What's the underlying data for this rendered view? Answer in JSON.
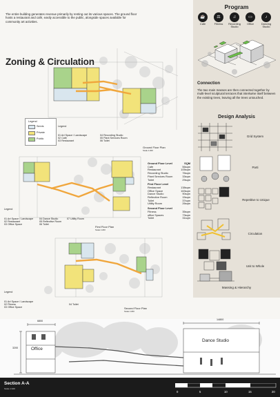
{
  "title": "Zoning & Circulation",
  "intro": "The entire building generates revenue primarily by renting out its various spaces. The ground floor hosts a restaurant and café, easily accessible to the public, alongside spaces available for community art activities.",
  "program": {
    "title": "Program",
    "items": [
      {
        "label": "Cafe",
        "icon": "cup-icon"
      },
      {
        "label": "Fitness",
        "icon": "dumbbell-icon"
      },
      {
        "label": "Recording Studio",
        "icon": "microphone-icon"
      },
      {
        "label": "Office",
        "icon": "laptop-icon"
      },
      {
        "label": "Dancing Studio",
        "icon": "dancer-icon"
      }
    ]
  },
  "connection": {
    "title": "Connection",
    "text": "The two main masses are then connected together by multi-level sculptural terraces that intertwine itself between the existing trees, leaving all the trees untouched."
  },
  "design_analysis": {
    "title": "Design Analysis",
    "items": [
      "Grid System",
      "Parti",
      "Repetitive to Unique",
      "Circulation",
      "Unit to Whole"
    ],
    "massing": "Massing & Hierarchy"
  },
  "legend": {
    "title": "Legend",
    "items": [
      {
        "label": "Servis",
        "color": "#d9e6ee"
      },
      {
        "label": "Private",
        "color": "#f2e37a"
      },
      {
        "label": "Public",
        "color": "#a9d38b"
      }
    ]
  },
  "ground": {
    "caption": "Ground Floor Plan",
    "scale": "Scale 1:200",
    "legend_title": "Legend",
    "labels_left": [
      "01 Art Space / Landscape",
      "02 Cafe",
      "03 Restaurant"
    ],
    "labels_right": [
      "04 Recording Studio",
      "05 Plant Services Room",
      "06 Toilet"
    ]
  },
  "first": {
    "caption": "First Floor Plan",
    "scale": "Scale 1:200",
    "legend_title": "Legend",
    "labels_a": [
      "01 Art Space / Landscape",
      "02 Restaurant",
      "03 Office Space"
    ],
    "labels_b": [
      "04 Dance Studio",
      "05 Reflective Room",
      "06 Toilet"
    ],
    "labels_c": [
      "07 Utility Room"
    ]
  },
  "second": {
    "caption": "Second Floor Plan",
    "scale": "Scale 1:200",
    "legend_title": "Legend",
    "labels_a": [
      "01 Art Space / Landscape",
      "02 Fitness",
      "03 Office Space"
    ],
    "labels_b": [
      "04 Toilet"
    ]
  },
  "areas": {
    "header": "SQM",
    "groups": [
      {
        "name": "Ground Floor Level",
        "rows": [
          [
            "Cafe",
            "56sqm"
          ],
          [
            "Restaurant",
            "105sqm"
          ],
          [
            "Recording Studio",
            "76sqm"
          ],
          [
            "Plant Services Room",
            "33sqm"
          ],
          [
            "Toilet",
            "29sqm"
          ]
        ]
      },
      {
        "name": "First Floor Level",
        "rows": [
          [
            "Restaurant",
            "138sqm"
          ],
          [
            "Office Space",
            "163sqm"
          ],
          [
            "Dance Studio",
            "90sqm"
          ],
          [
            "Reflective Room",
            "15sqm"
          ],
          [
            "Toilet",
            "37sqm"
          ],
          [
            "Utility Room",
            "26sqm"
          ]
        ]
      },
      {
        "name": "Second Floor Level",
        "rows": [
          [
            "Fitness",
            "35sqm"
          ],
          [
            "office Spaces",
            "73sqm"
          ],
          [
            "Toilet",
            "31sqm"
          ]
        ]
      }
    ]
  },
  "section": {
    "title": "Section A-A",
    "scale": "Scale 1:100",
    "dim_left": "6800",
    "dim_right": "14800",
    "dim_height": "3200",
    "room_left": "Office",
    "room_right": "Dance Studio",
    "scale_ticks": [
      "0",
      "5",
      "10",
      "15",
      "20"
    ]
  },
  "colors": {
    "panel": "#e6e1d8",
    "public": "#a9d38b",
    "private": "#f2e37a",
    "service": "#d9e6ee",
    "circulation": "#f0a63c"
  }
}
